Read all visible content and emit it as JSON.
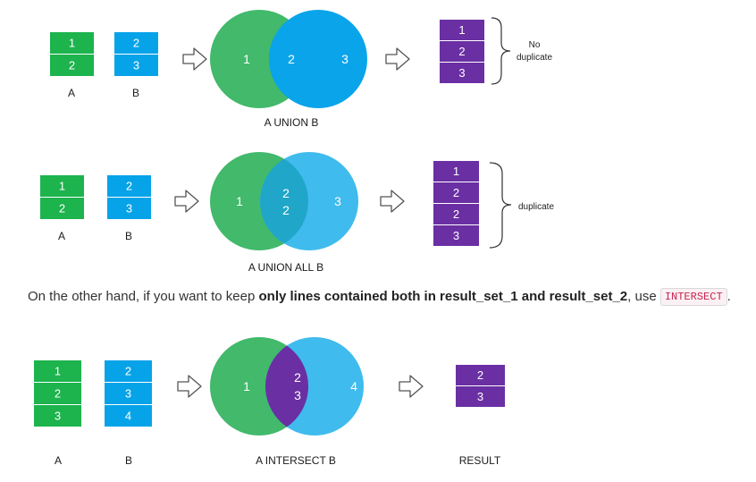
{
  "colors": {
    "set_a": "#1db34d",
    "set_b": "#07a3e8",
    "result": "#6a2fa3",
    "union_a_circle": "#42b96b",
    "union_b_circle": "#0aa4ea",
    "union_all_b_circle": "#40bbee",
    "union_all_overlap": "#20a6c9",
    "intersect_overlap": "#6a2fa3",
    "arrow": "#555555"
  },
  "union": {
    "table_a": [
      "1",
      "2"
    ],
    "table_b": [
      "2",
      "3"
    ],
    "label_a": "A",
    "label_b": "B",
    "venn_left": "1",
    "venn_middle": "2",
    "venn_right": "3",
    "caption": "A UNION B",
    "result": [
      "1",
      "2",
      "3"
    ],
    "note_line1": "No",
    "note_line2": "duplicate"
  },
  "union_all": {
    "table_a": [
      "1",
      "2"
    ],
    "table_b": [
      "2",
      "3"
    ],
    "label_a": "A",
    "label_b": "B",
    "venn_left": "1",
    "venn_middle_top": "2",
    "venn_middle_bottom": "2",
    "venn_right": "3",
    "caption": "A UNION ALL B",
    "result": [
      "1",
      "2",
      "2",
      "3"
    ],
    "note": "duplicate"
  },
  "sentence": {
    "prefix": "On the other hand, if you want to keep ",
    "bold": "only lines contained both in result_set_1 and result_set_2",
    "middle": ", use ",
    "code": "INTERSECT",
    "suffix": "."
  },
  "intersect": {
    "table_a": [
      "1",
      "2",
      "3"
    ],
    "table_b": [
      "2",
      "3",
      "4"
    ],
    "label_a": "A",
    "label_b": "B",
    "venn_left": "1",
    "venn_middle_top": "2",
    "venn_middle_bottom": "3",
    "venn_right": "4",
    "caption": "A INTERSECT B",
    "result": [
      "2",
      "3"
    ],
    "result_label": "RESULT"
  }
}
